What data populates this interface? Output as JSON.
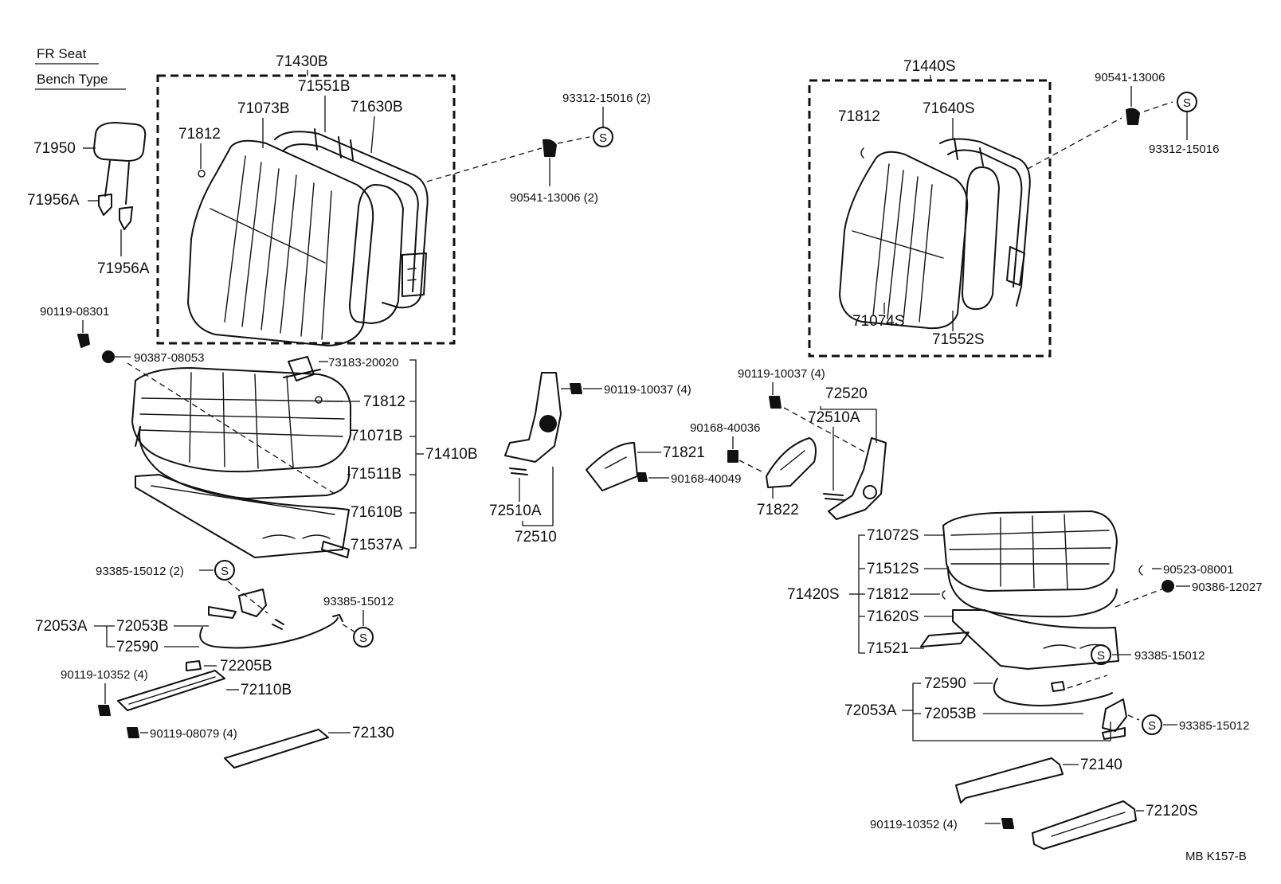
{
  "header": {
    "line1": "FR Seat",
    "line2": "Bench Type"
  },
  "footer_code": "MB  K157-B",
  "stamp_symbol": "S",
  "parts": {
    "p71430B": "71430B",
    "p71551B": "71551B",
    "p71073B": "71073B",
    "p71630B": "71630B",
    "p71812_back_l": "71812",
    "p71950": "71950",
    "p71956A_a": "71956A",
    "p71956A_b": "71956A",
    "p93312_15016_2": "93312-15016 (2)",
    "p90541_13006_2": "90541-13006 (2)",
    "p71440S": "71440S",
    "p71812_back_r": "71812",
    "p71640S": "71640S",
    "p71074S": "71074S",
    "p71552S": "71552S",
    "p90541_13006": "90541-13006",
    "p93312_15016": "93312-15016",
    "p90119_08301": "90119-08301",
    "p90387_08053": "90387-08053",
    "p73183_20020": "73183-20020",
    "p71812_cush_l": "71812",
    "p71071B": "71071B",
    "p71511B": "71511B",
    "p71610B": "71610B",
    "p71537A": "71537A",
    "p71410B": "71410B",
    "p90119_10037_4_a": "90119-10037 (4)",
    "p72510A_a": "72510A",
    "p72510": "72510",
    "p71821": "71821",
    "p90168_40049": "90168-40049",
    "p90168_40036": "90168-40036",
    "p71822": "71822",
    "p90119_10037_4_b": "90119-10037 (4)",
    "p72520": "72520",
    "p72510A_b": "72510A",
    "p71072S": "71072S",
    "p71512S": "71512S",
    "p71420S": "71420S",
    "p71812_cush_r": "71812",
    "p71620S": "71620S",
    "p71521": "71521",
    "p90523_08001": "90523-08001",
    "p90386_12027": "90386-12027",
    "p93385_15012_r1": "93385-15012",
    "p93385_15012_2": "93385-15012 (2)",
    "p93385_15012_l": "93385-15012",
    "p72053A_l": "72053A",
    "p72053B_l": "72053B",
    "p72590_l": "72590",
    "p72205B": "72205B",
    "p90119_10352_4_l": "90119-10352 (4)",
    "p72110B": "72110B",
    "p90119_08079_4": "90119-08079 (4)",
    "p72130": "72130",
    "p72590_r": "72590",
    "p72053A_r": "72053A",
    "p72053B_r": "72053B",
    "p93385_15012_r2": "93385-15012",
    "p72140": "72140",
    "p72120S": "72120S",
    "p90119_10352_4_r": "90119-10352 (4)"
  }
}
